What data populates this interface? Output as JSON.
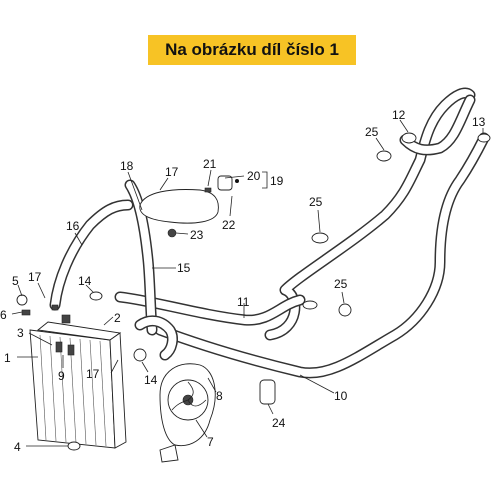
{
  "banner": {
    "text": "Na obrázku díl číslo 1"
  },
  "callouts": [
    {
      "id": "c1",
      "label": "1"
    },
    {
      "id": "c2",
      "label": "2"
    },
    {
      "id": "c3",
      "label": "3"
    },
    {
      "id": "c4",
      "label": "4"
    },
    {
      "id": "c5",
      "label": "5"
    },
    {
      "id": "c6",
      "label": "6"
    },
    {
      "id": "c7",
      "label": "7"
    },
    {
      "id": "c8",
      "label": "8"
    },
    {
      "id": "c9",
      "label": "9"
    },
    {
      "id": "c10",
      "label": "10"
    },
    {
      "id": "c11",
      "label": "11"
    },
    {
      "id": "c12",
      "label": "12"
    },
    {
      "id": "c13",
      "label": "13"
    },
    {
      "id": "c14a",
      "label": "14"
    },
    {
      "id": "c14b",
      "label": "14"
    },
    {
      "id": "c15",
      "label": "15"
    },
    {
      "id": "c16",
      "label": "16"
    },
    {
      "id": "c17a",
      "label": "17"
    },
    {
      "id": "c17b",
      "label": "17"
    },
    {
      "id": "c17c",
      "label": "17"
    },
    {
      "id": "c18",
      "label": "18"
    },
    {
      "id": "c19",
      "label": "19"
    },
    {
      "id": "c20",
      "label": "20"
    },
    {
      "id": "c21",
      "label": "21"
    },
    {
      "id": "c22",
      "label": "22"
    },
    {
      "id": "c23",
      "label": "23"
    },
    {
      "id": "c24",
      "label": "24"
    },
    {
      "id": "c25a",
      "label": "25"
    },
    {
      "id": "c25b",
      "label": "25"
    },
    {
      "id": "c25c",
      "label": "25"
    }
  ]
}
